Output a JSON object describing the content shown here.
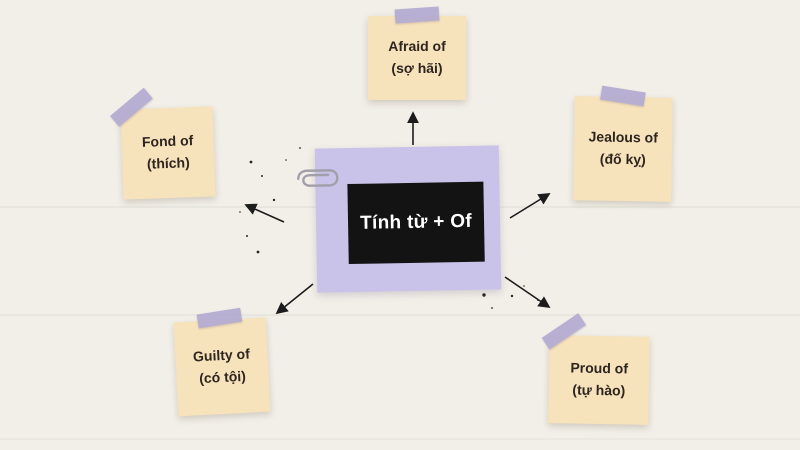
{
  "title": "Tính từ + Of mind map",
  "background_color": "#f2efe8",
  "center": {
    "label": "Tính từ + Of",
    "card_color": "#c9c3e9",
    "board_color": "#131313",
    "label_color": "#ffffff"
  },
  "notes": [
    {
      "name": "afraid-of",
      "line1": "Afraid of",
      "line2": "(sợ hãi)"
    },
    {
      "name": "fond-of",
      "line1": "Fond of",
      "line2": "(thích)"
    },
    {
      "name": "jealous-of",
      "line1": "Jealous of",
      "line2": "(đố kỵ)"
    },
    {
      "name": "guilty-of",
      "line1": "Guilty of",
      "line2": "(có tội)"
    },
    {
      "name": "proud-of",
      "line1": "Proud of",
      "line2": "(tự hào)"
    }
  ],
  "note_color": "#f6e2bb",
  "tape_color": "#b3abd2",
  "text_color": "#2e2520",
  "arrow_color": "#1c1c1c"
}
